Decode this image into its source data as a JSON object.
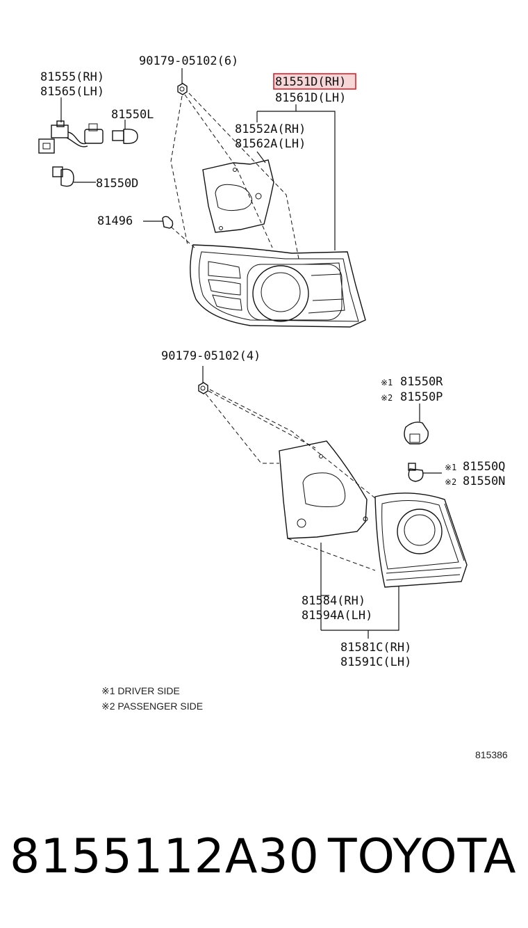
{
  "labels": {
    "screw_top": "90179-05102(6)",
    "socket_rh": "81555(RH)",
    "socket_lh": "81565(LH)",
    "bulb_l": "81550L",
    "bulb_d": "81550D",
    "lamp_rh": "81551D(RH)",
    "lamp_lh": "81561D(LH)",
    "gasket_rh": "81552A(RH)",
    "gasket_lh": "81562A(LH)",
    "clip": "81496",
    "screw_bottom": "90179-05102(4)",
    "socket_r_mark": "※1",
    "socket_r": "81550R",
    "socket_p_mark": "※2",
    "socket_p": "81550P",
    "bulb_q_mark": "※1",
    "bulb_q": "81550Q",
    "bulb_n_mark": "※2",
    "bulb_n": "81550N",
    "gasket2_rh": "81584(RH)",
    "gasket2_lh": "81594A(LH)",
    "back_lamp_rh": "81581C(RH)",
    "back_lamp_lh": "81591C(LH)"
  },
  "notes": {
    "driver": "※1 DRIVER SIDE",
    "passenger": "※2 PASSENGER SIDE"
  },
  "diagram_code": "815386",
  "footer": {
    "part_number": "8155112A30",
    "brand": "TOYOTA"
  },
  "colors": {
    "highlight_border": "#e0202a",
    "highlight_fill": "#f7d6d8"
  }
}
